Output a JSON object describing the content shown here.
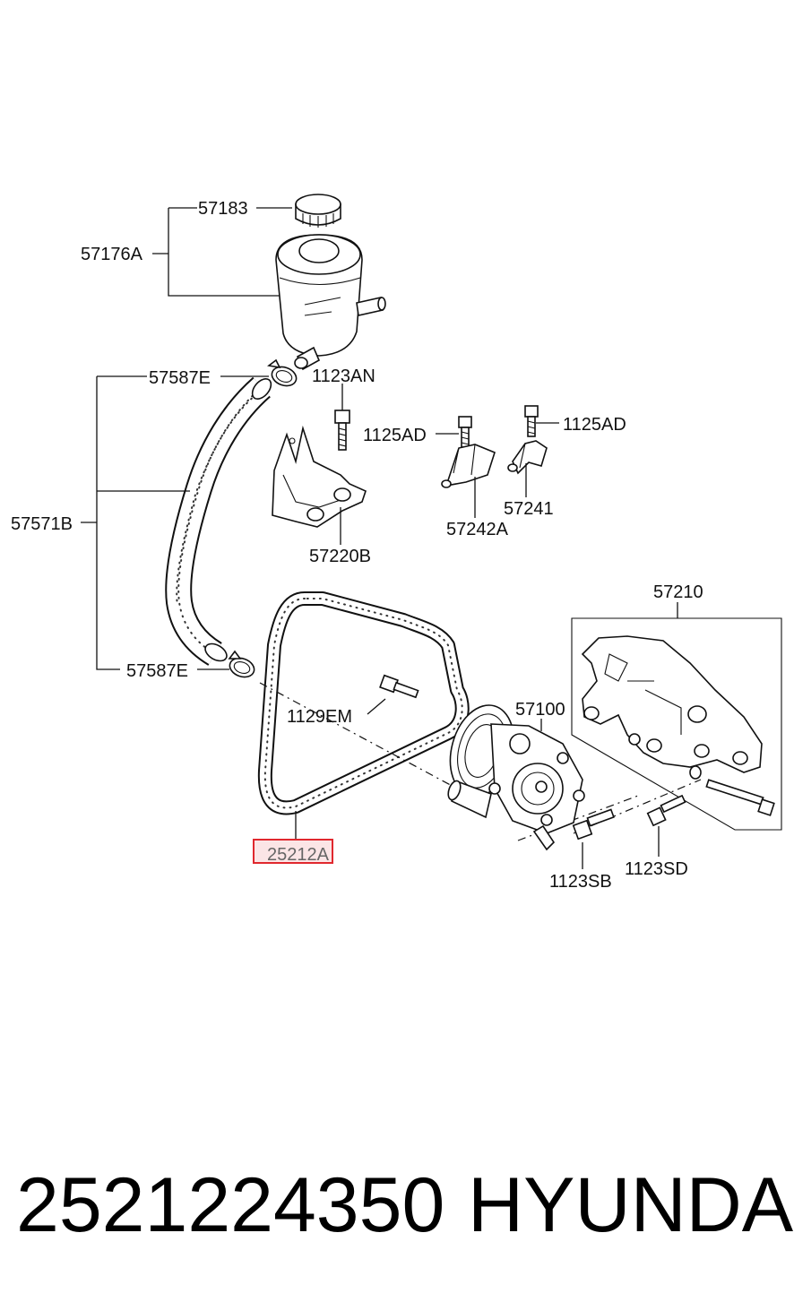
{
  "labels": {
    "cap": "57183",
    "reservoir": "57176A",
    "clamp_top": "57587E",
    "bolt_bracket": "1123AN",
    "bolt_a": "1125AD",
    "bolt_b": "1125AD",
    "hose_assy": "57571B",
    "clip_a": "57242A",
    "clip_b": "57241",
    "bracket": "57220B",
    "pump_bracket": "57210",
    "clamp_bottom": "57587E",
    "bolt_pump": "1129EM",
    "pump": "57100",
    "belt": "25212A",
    "bolt_sb": "1123SB",
    "bolt_sd": "1123SD"
  },
  "highlight_color": "#e0282e",
  "footer": {
    "part_number": "2521224350",
    "brand": "HYUNDAI"
  }
}
